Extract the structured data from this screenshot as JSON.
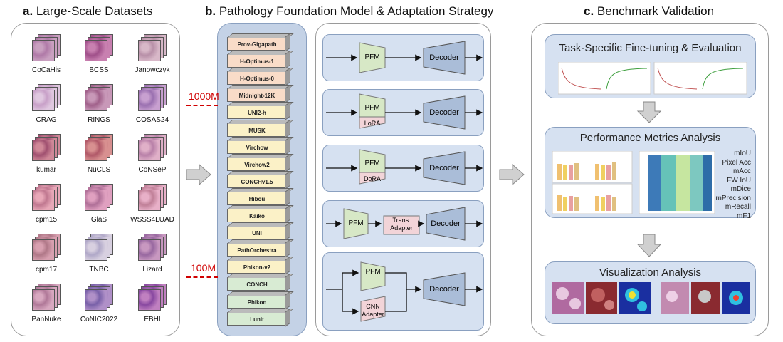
{
  "panels": {
    "a": {
      "letter": "a.",
      "title": "Large-Scale Datasets"
    },
    "b": {
      "letter": "b.",
      "title": "Pathology Foundation Model & Adaptation Strategy"
    },
    "c": {
      "letter": "c.",
      "title": "Benchmark Validation"
    }
  },
  "datasets": [
    "CoCaHis",
    "BCSS",
    "Janowczyk",
    "CRAG",
    "RINGS",
    "COSAS24",
    "kumar",
    "NuCLS",
    "CoNSeP",
    "cpm15",
    "GlaS",
    "WSSS4LUAD",
    "cpm17",
    "TNBC",
    "Lizard",
    "PanNuke",
    "CoNIC2022",
    "EBHI"
  ],
  "models": [
    "Prov-Gigapath",
    "H-Optimus-1",
    "H-Optimus-0",
    "Midnight-12K",
    "UNI2-h",
    "MUSK",
    "Virchow",
    "Virchow2",
    "CONCHv1.5",
    "Hibou",
    "Kaiko",
    "UNI",
    "PathOrchestra",
    "Phikon-v2",
    "CONCH",
    "Phikon",
    "Lunit"
  ],
  "model_colors": {
    "large": "#f9dcc8",
    "mid": "#fbf1c7",
    "small": "#d8ebd3"
  },
  "thresholds": {
    "upper": "1000M",
    "lower": "100M"
  },
  "strategies": {
    "pfm": "PFM",
    "decoder": "Decoder",
    "lora": "LoRA",
    "dora": "DoRA",
    "trans_adapter": "Trans.\nAdapter",
    "cnn_adapter": "CNN\nAdapter"
  },
  "benchmark": {
    "finetune_title": "Task-Specific Fine-tuning & Evaluation",
    "metrics_title": "Performance Metrics Analysis",
    "vis_title": "Visualization Analysis",
    "metrics": [
      "mIoU",
      "Pixel Acc",
      "mAcc",
      "FW IoU",
      "mDice",
      "mPrecision",
      "mRecall",
      "mF1"
    ]
  }
}
